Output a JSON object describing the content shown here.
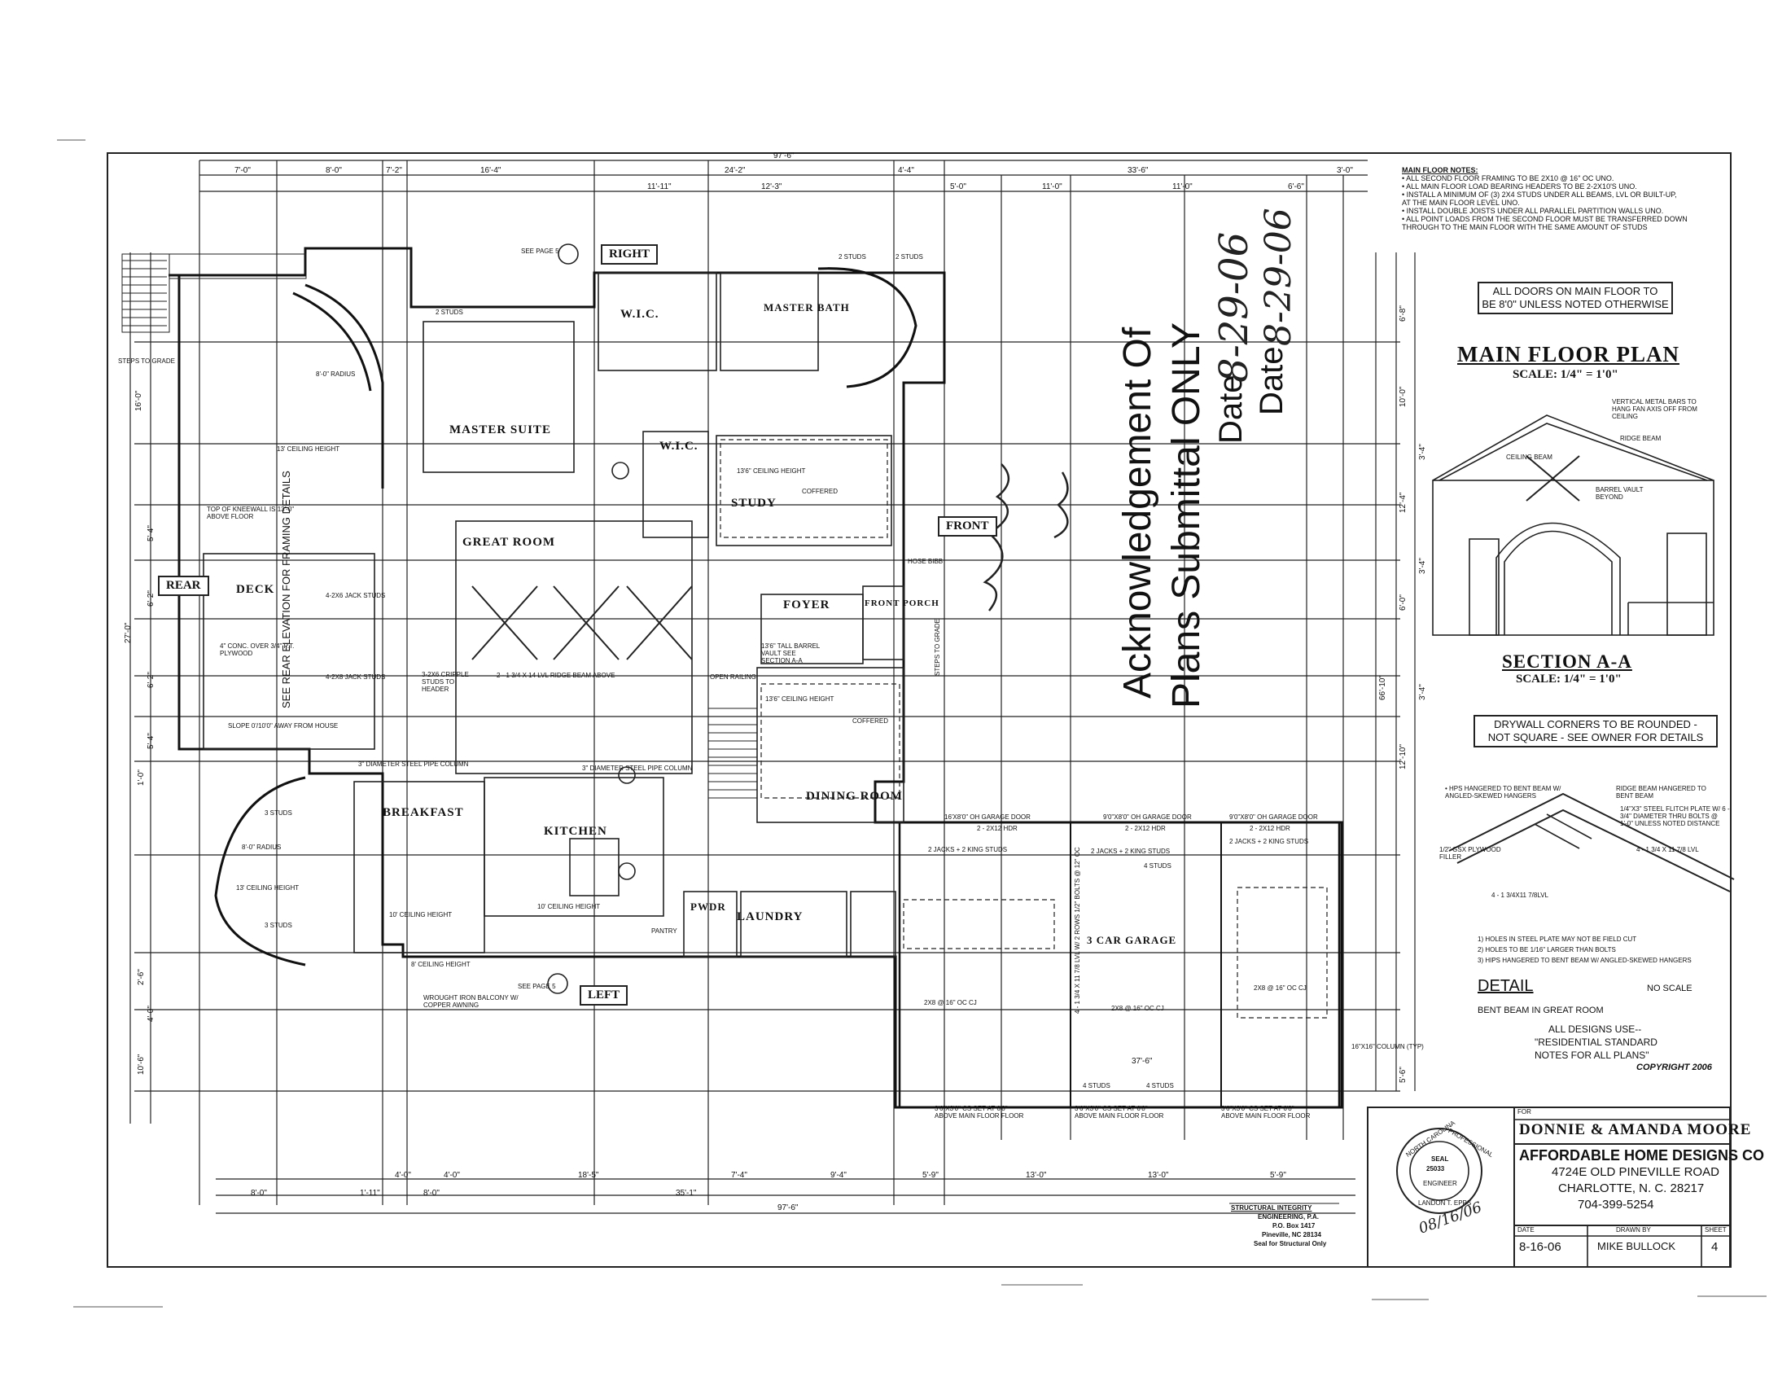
{
  "plan": {
    "overall_dims": {
      "top": "97'-6\"",
      "bottom": "97'-6\"",
      "right": "66'-10\""
    },
    "top_dims_row1": [
      "7'-0\"",
      "8'-0\"",
      "7'-2\"",
      "16'-4\"",
      "24'-2\"",
      "4'-4\"",
      "33'-6\"",
      "3'-0\""
    ],
    "top_dims_row2": [
      "11'-11\"",
      "12'-3\"",
      "5'-0\"",
      "11'-0\"",
      "11'-0\"",
      "6'-6\""
    ],
    "bottom_dims_row1": [
      "4'-0\"",
      "4'-0\"",
      "18'-5\"",
      "7'-4\"",
      "9'-4\"",
      "5'-9\"",
      "13'-0\"",
      "13'-0\"",
      "5'-9\""
    ],
    "bottom_dims_row2": [
      "8'-0\"",
      "1'-11\"",
      "8'-0\"",
      "35'-1\""
    ],
    "left_dims": [
      "16'-0\"",
      "5'-4\"",
      "6'-2\"",
      "27'-0\"",
      "6'-2\"",
      "5'-4\"",
      "1'-0\"",
      "2'-6\"",
      "4'-0\"",
      "10'-6\""
    ],
    "right_dims": [
      "6'-8\"",
      "10'-0\"",
      "3'-4\"",
      "12'-4\"",
      "3'-4\"",
      "6'-0\"",
      "3'-4\"",
      "12'-10\"",
      "5'-6\""
    ],
    "rooms": {
      "master_suite": "MASTER SUITE",
      "wic1": "W.I.C.",
      "wic2": "W.I.C.",
      "master_bath": "MASTER BATH",
      "study": "STUDY",
      "great_room": "GREAT ROOM",
      "deck": "DECK",
      "foyer": "FOYER",
      "front_porch": "FRONT PORCH",
      "dining_room": "DINING ROOM",
      "breakfast": "BREAKFAST",
      "kitchen": "KITCHEN",
      "pwdr": "PWDR",
      "laundry": "LAUNDRY",
      "garage": "3 CAR GARAGE",
      "pantry": "PANTRY"
    },
    "side_labels": {
      "right": "RIGHT",
      "front": "FRONT",
      "rear": "REAR",
      "left": "LEFT"
    },
    "annotations": {
      "steps_to_grade": "STEPS TO GRADE",
      "steps_to_grade2": "STEPS TO GRADE",
      "two_studs": "2 STUDS",
      "three_studs": "3 STUDS",
      "ceiling_13": "13' CEILING HEIGHT",
      "ceiling_10": "10' CEILING HEIGHT",
      "ceiling_135": "13'6\" CEILING HEIGHT",
      "coffered": "COFFERED",
      "coffered2": "COFFERED",
      "radius": "8'-0\" RADIUS",
      "radius2": "8'-0\" RADIUS",
      "kneewall": "TOP OF KNEEWALL IS 13'-0\" ABOVE FLOOR",
      "conc": "4\" CONC. OVER 3/4\" P.T. PLYWOOD",
      "slope": "SLOPE 0'/10'0\" AWAY FROM HOUSE",
      "see_rear": "SEE REAR ELEVATION FOR FRAMING DETAILS",
      "jack_studs": "4-2X6 JACK STUDS",
      "jack_studs2": "4-2X8 JACK STUDS",
      "cripple": "3-2X6 CRIPPLE STUDS TO HEADER",
      "lvl": "2 - 1 3/4 X 14 LVL RIDGE BEAM ABOVE",
      "barrel": "13'6\" TALL BARREL VAULT SEE SECTION A-A",
      "steel": "3\" DIAMETER STEEL PIPE COLUMN",
      "ceiling_8": "8' CEILING HEIGHT",
      "hdr1": "2 - 2X12 HDR",
      "hdr2": "2 - 2X12 HDR",
      "hdr3": "2 - 2X12 HDR",
      "jacks1": "2 JACKS + 2 KING STUDS",
      "jacks2": "2 JACKS + 2 KING STUDS",
      "jacks3": "2 JACKS + 2 KING STUDS",
      "four_studs": "4 STUDS",
      "garage_door1": "16'X8'0\" OH GARAGE DOOR",
      "garage_door2": "9'0\"X8'0\" OH GARAGE DOOR",
      "garage_door3": "9'0\"X8'0\" OH GARAGE DOOR",
      "cj1": "2X8 @ 16\" OC CJ",
      "cj2": "2X8 @ 16\" OC CJ",
      "cj3": "2X8 @ 16\" OC CJ",
      "garage_dim": "37'-6\"",
      "column": "16\"X16\" COLUMN (TYP)",
      "hose": "HOSE BIBB",
      "open_railing": "OPEN RAILING",
      "bolts": "4 - 1 3/4 X 11 7/8 LVL W/ 2 ROWS 1/2\" BOLTS @ 12\" OC",
      "see_page5": "SEE PAGE 5",
      "see_page5b": "SEE PAGE 5",
      "wrought": "WROUGHT IRON BALCONY W/ COPPER AWNING",
      "main_floor_set": "3'6\"X3'0\" CS SET AT 6'8\" ABOVE MAIN FLOOR FLOOR"
    },
    "acknowledgement": {
      "line1": "Acknowledgement Of",
      "line2": "Plans Submittal ONLY",
      "date_label1": "Date",
      "date_value1": "8-29-06",
      "date_label2": "Date",
      "date_value2": "8-29-06"
    }
  },
  "notes": {
    "title": "MAIN FLOOR NOTES:",
    "items": [
      "• ALL SECOND FLOOR FRAMING TO BE 2X10 @ 16\" OC UNO.",
      "• ALL MAIN FLOOR LOAD BEARING HEADERS TO BE 2-2X10'S UNO.",
      "• INSTALL A MINIMUM OF (3) 2X4 STUDS UNDER ALL BEAMS, LVL OR BUILT-UP,",
      "   AT THE MAIN FLOOR LEVEL UNO.",
      "• INSTALL DOUBLE JOISTS UNDER ALL PARALLEL PARTITION WALLS UNO.",
      "• ALL POINT LOADS FROM THE SECOND FLOOR MUST BE TRANSFERRED DOWN",
      "   THROUGH TO THE MAIN FLOOR WITH THE SAME AMOUNT OF STUDS"
    ],
    "doors_note_line1": "ALL DOORS ON MAIN FLOOR TO",
    "doors_note_line2": "BE 8'0\" UNLESS NOTED OTHERWISE",
    "drywall_line1": "DRYWALL CORNERS TO BE ROUNDED -",
    "drywall_line2": "NOT SQUARE - SEE OWNER FOR DETAILS"
  },
  "titles": {
    "main_floor_plan": "MAIN FLOOR PLAN",
    "main_scale": "SCALE: 1/4\" = 1'0\"",
    "section": "SECTION A-A",
    "section_scale": "SCALE: 1/4\" = 1'0\"",
    "section_notes": [
      "VERTICAL METAL BARS TO HANG FAN AXIS OFF FROM CEILING",
      "CEILING BEAM",
      "RIDGE BEAM",
      "BARREL VAULT BEYOND"
    ]
  },
  "detail": {
    "labels": [
      "• HPS HANGERED TO BENT BEAM W/ ANGLED-SKEWED HANGERS",
      "RIDGE BEAM HANGERED TO BENT BEAM",
      "1/2\" GSX PLYWOOD FILLER",
      "4 - 1 3/4 X 11 7/8 LVL",
      "4 - 1 3/4X11 7/8LVL",
      "1/4\"X3\" STEEL FLITCH PLATE W/ 6 - 3/4\" DIAMETER THRU BOLTS @ 1'-0\" UNLESS NOTED DISTANCE"
    ],
    "notes": [
      "1)  HOLES IN STEEL PLATE MAY NOT BE FIELD CUT",
      "2)  HOLES TO BE 1/16\" LARGER THAN BOLTS",
      "3)  HIPS HANGERED TO BENT BEAM W/ ANGLED-SKEWED HANGERS"
    ],
    "title": "DETAIL",
    "scale": "NO SCALE",
    "caption": "BENT BEAM IN GREAT ROOM",
    "all_designs_line1": "ALL DESIGNS USE--",
    "all_designs_line2": "\"RESIDENTIAL STANDARD",
    "all_designs_line3": "NOTES FOR ALL PLANS\"",
    "copyright": "COPYRIGHT 2006"
  },
  "title_block": {
    "for_label": "FOR",
    "client": "DONNIE & AMANDA MOORE",
    "company": "AFFORDABLE HOME DESIGNS CO",
    "address": "4724E OLD PINEVILLE ROAD",
    "city": "CHARLOTTE, N. C. 28217",
    "phone": "704-399-5254",
    "date_label": "DATE",
    "date": "8-16-06",
    "drawn_label": "DRAWN BY",
    "drawn_by": "MIKE BULLOCK",
    "sheet_label": "SHEET",
    "sheet": "4"
  },
  "engineer": {
    "line1": "STRUCTURAL INTEGRITY",
    "line2": "ENGINEERING, P.A.",
    "line3": "P.O. Box 1417",
    "line4": "Pineville, NC 28134",
    "line5": "Seal for Structural Only",
    "seal_line1": "NORTH CAROLINA",
    "seal_line2": "PROFESSIONAL",
    "seal_line3": "SEAL",
    "seal_line4": "25033",
    "seal_line5": "ENGINEER",
    "seal_line6": "LANDON T. EPPS",
    "seal_date": "08/16/06"
  }
}
